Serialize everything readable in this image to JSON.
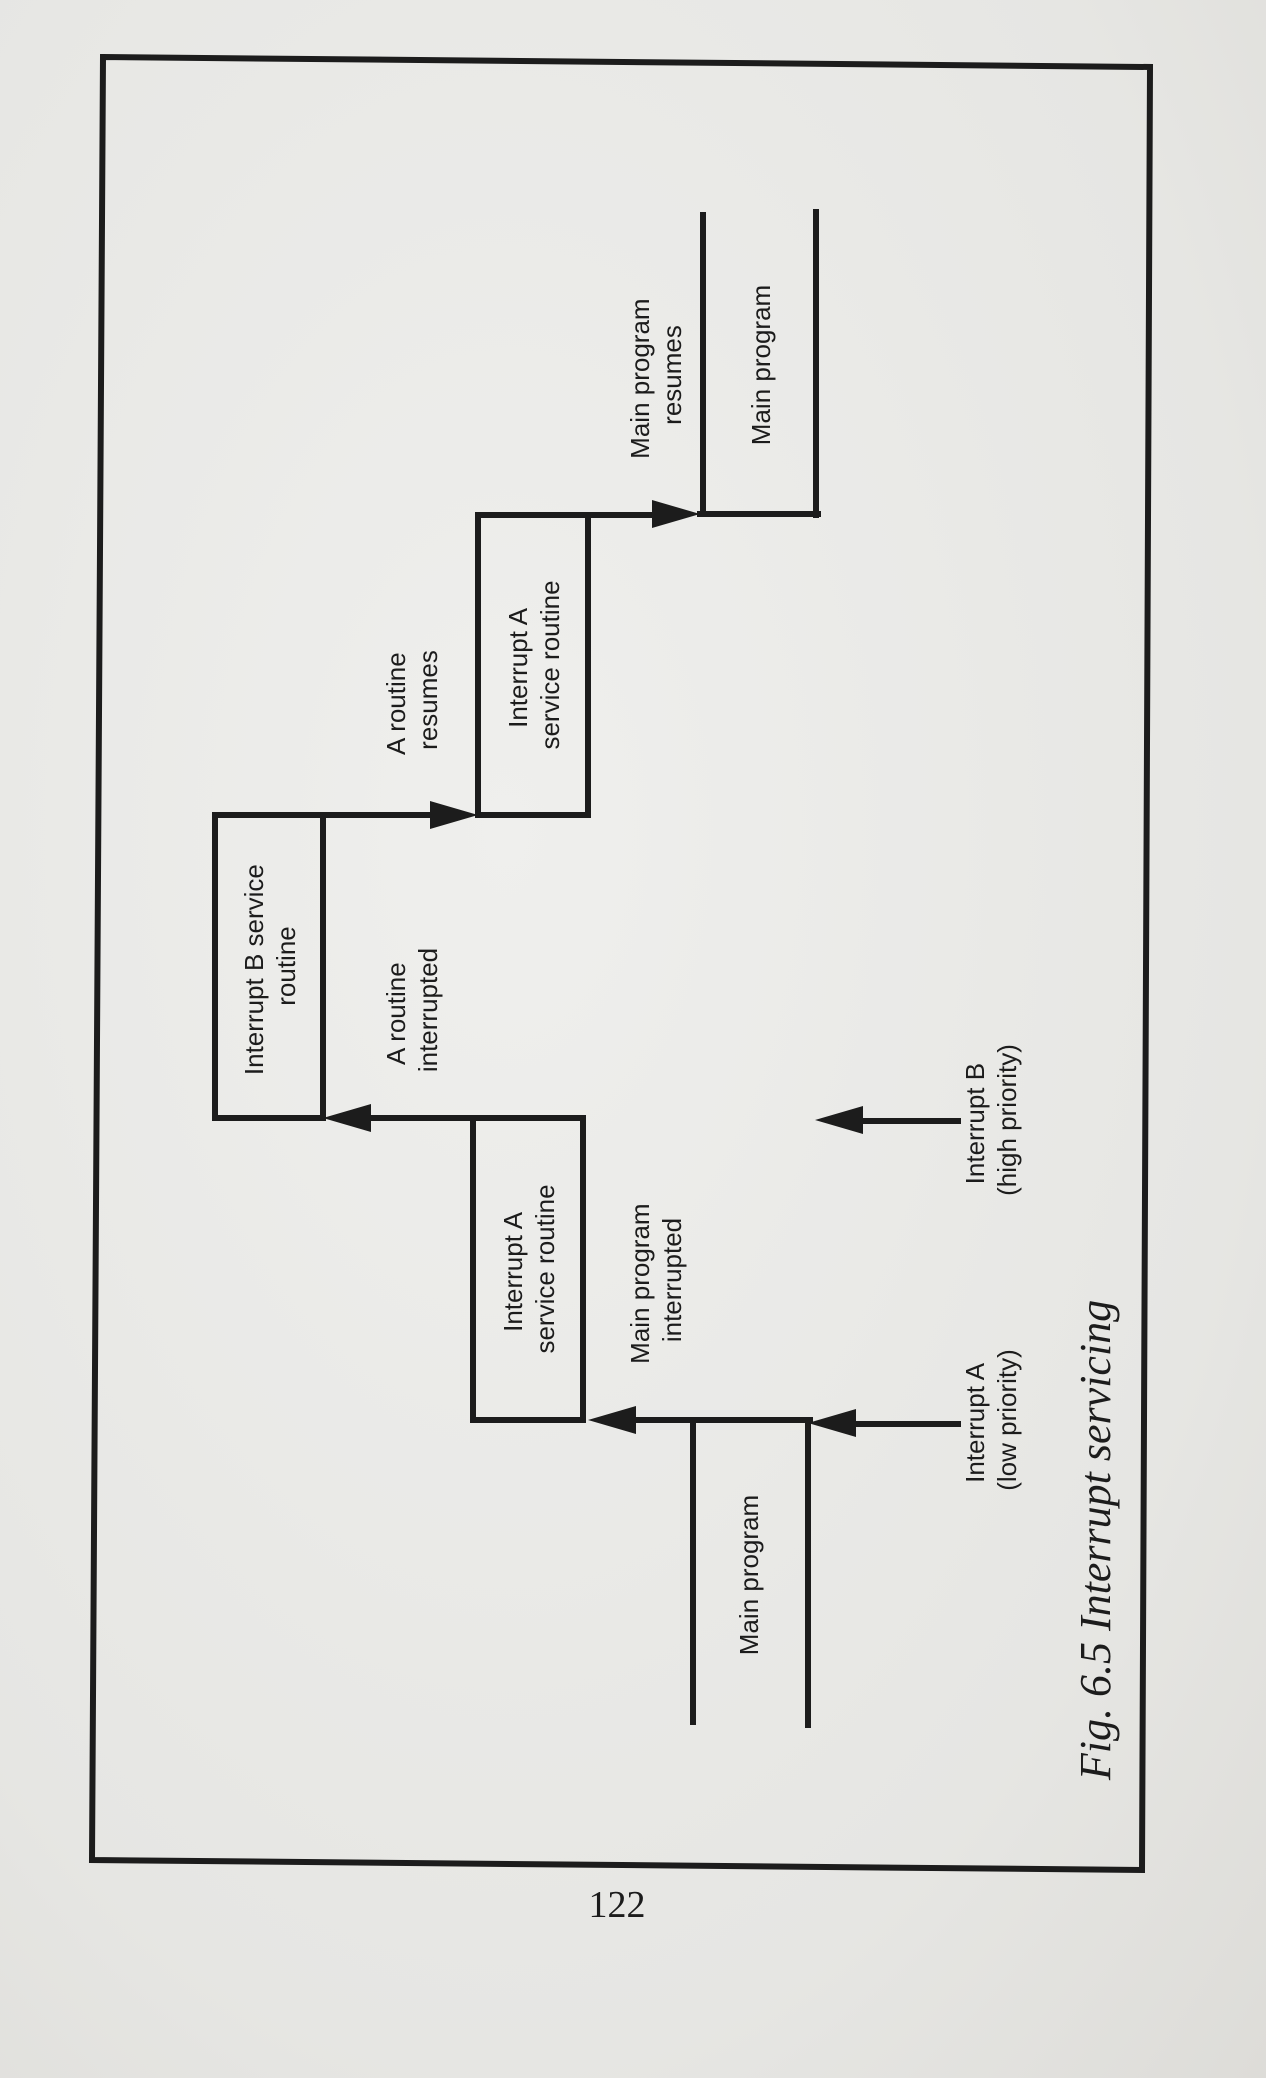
{
  "figure": {
    "caption": "Fig. 6.5 Interrupt servicing",
    "page_number": "122"
  },
  "blocks": {
    "main_program_start": "Main program",
    "interrupt_a_first": [
      "Interrupt A",
      "service routine"
    ],
    "interrupt_b": [
      "Interrupt B service",
      "routine"
    ],
    "interrupt_a_second": [
      "Interrupt A",
      "service  routine"
    ],
    "main_program_end": "Main program"
  },
  "transitions": {
    "main_program_interrupted": [
      "Main program",
      "interrupted"
    ],
    "a_routine_interrupted": [
      "A routine",
      "interrupted"
    ],
    "a_routine_resumes": [
      "A routine",
      "resumes"
    ],
    "main_program_resumes": [
      "Main program",
      "resumes"
    ]
  },
  "interrupts": {
    "interrupt_a": [
      "Interrupt A",
      "(low priority)"
    ],
    "interrupt_b": [
      "Interrupt B",
      "(high priority)"
    ]
  }
}
